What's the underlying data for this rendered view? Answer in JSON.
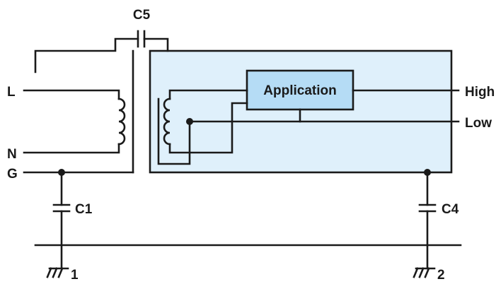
{
  "labels": {
    "c5": "C5",
    "c1": "C1",
    "c4": "C4",
    "line_l": "L",
    "line_n": "N",
    "line_g": "G",
    "application": "Application",
    "high": "High",
    "low": "Low",
    "ground_1": "1",
    "ground_2": "2"
  },
  "colors": {
    "wire": "#1a1a1a",
    "enclosure_fill": "#dff0fb",
    "application_fill": "#b5dcf5"
  }
}
